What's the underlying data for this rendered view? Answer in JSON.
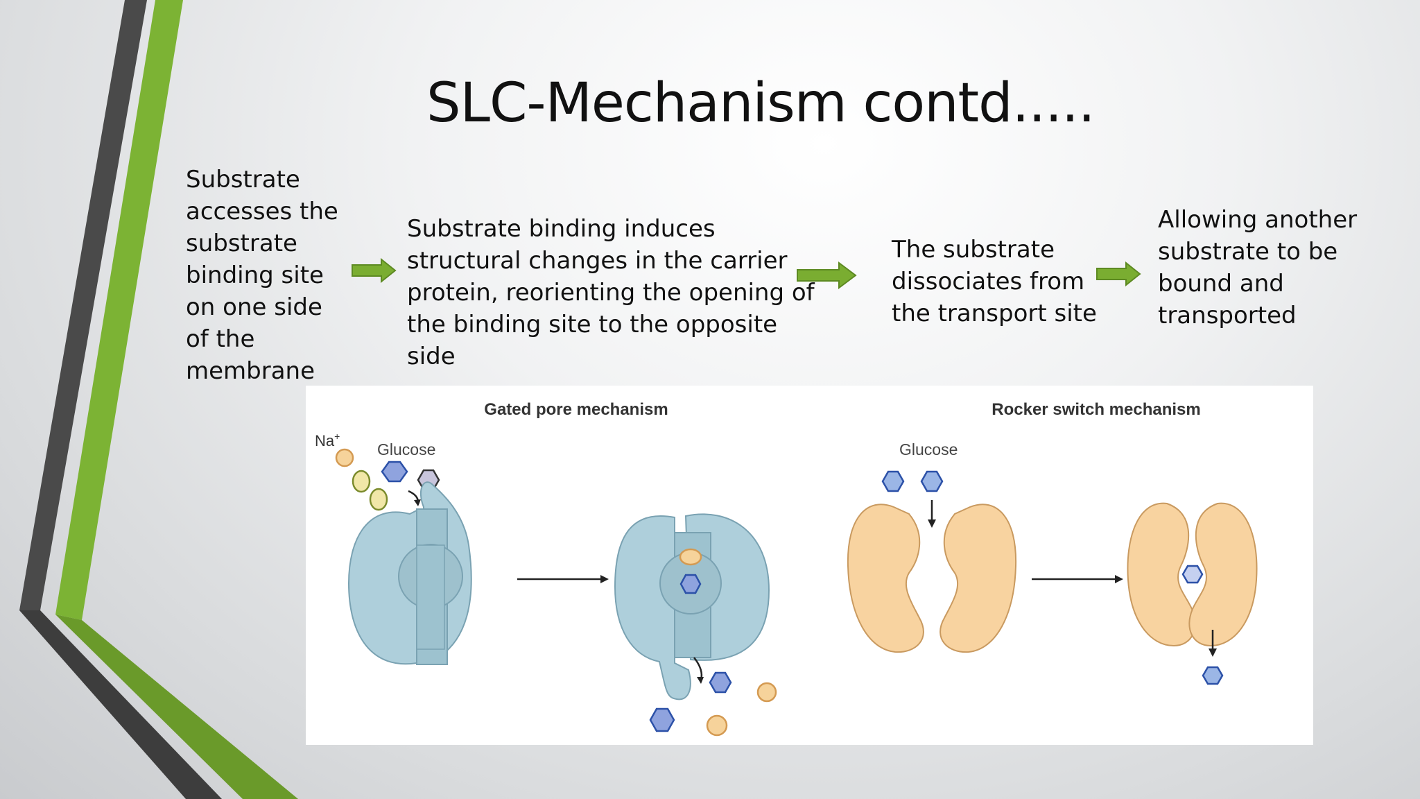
{
  "slide": {
    "title": "SLC-Mechanism contd.....",
    "steps": [
      "Substrate accesses the substrate binding site on one side of the membrane",
      "Substrate binding induces structural changes in the carrier protein, reorienting the opening of the binding site to the opposite side",
      "The substrate dissociates from the transport site",
      "Allowing another substrate to be bound and transported"
    ],
    "accent_color": "#7aad31",
    "icons": [
      "right-arrow-icon"
    ]
  },
  "figure": {
    "gated_title": "Gated pore mechanism",
    "rocker_title": "Rocker switch mechanism",
    "na_label": "Na",
    "na_charge": "+",
    "glucose_label": "Glucose",
    "protein_color_gated": "#aecfdb",
    "protein_color_rocker": "#f8d3a0",
    "sodium_color": "#f6d39b",
    "glucose_color": "#a9b4e6"
  }
}
